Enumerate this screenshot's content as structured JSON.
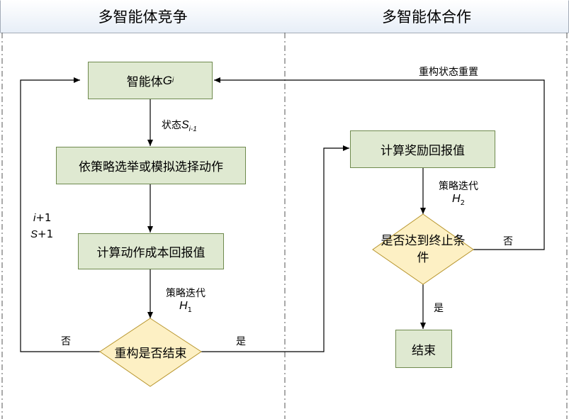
{
  "headers": {
    "left": "多智能体竞争",
    "right": "多智能体合作"
  },
  "nodes": {
    "agent": {
      "text": "智能体",
      "var": "G",
      "sub": "i"
    },
    "select_action": "依策略选举或模拟选择动作",
    "compute_cost": "计算动作成本回报值",
    "decision_end": "重构是否结束",
    "compute_reward": "计算奖励回报值",
    "decision_terminate": "是否达到终止条件",
    "end": "结束"
  },
  "edge_labels": {
    "state": {
      "text": "状态",
      "var": "S",
      "sub": "i-1"
    },
    "policy_iter_1": {
      "text": "策略迭代",
      "var": "H",
      "sub": "1"
    },
    "policy_iter_2": {
      "text": "策略迭代",
      "var": "H",
      "sub": "2"
    },
    "loop_i": {
      "var": "i",
      "text": "+1"
    },
    "loop_s": {
      "var": "S",
      "text": "+1"
    },
    "no_left": "否",
    "yes_middle": "是",
    "reset_state": "重构状态重置",
    "no_right": "否",
    "yes_bottom": "是"
  },
  "colors": {
    "process_fill": "#dfe9d1",
    "process_border": "#6f8a4e",
    "decision_fill": "#fdf0c4",
    "decision_border": "#b8962e",
    "header_fill": "#e7eef7",
    "line": "#4a5a72"
  }
}
